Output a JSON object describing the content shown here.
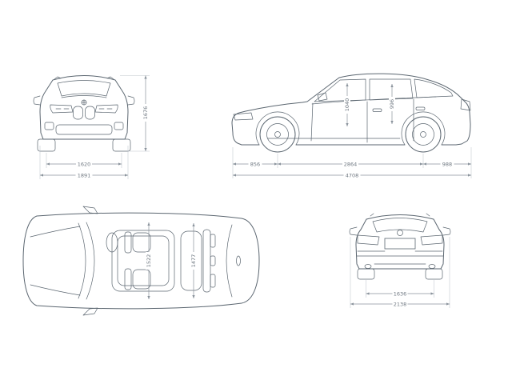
{
  "drawing": {
    "front": {
      "height": "1676",
      "track": "1620",
      "width": "1891"
    },
    "side": {
      "front_overhang": "856",
      "wheelbase": "2864",
      "rear_overhang": "988",
      "length": "4708",
      "headroom_front": "1040",
      "headroom_rear": "996"
    },
    "top": {
      "shoulder_front": "1522",
      "shoulder_rear": "1477"
    },
    "rear": {
      "track": "1636",
      "width_mirrors": "2138"
    }
  },
  "colors": {
    "line": "#5b6670",
    "dimension": "#8a939c",
    "label": "#6e7780",
    "background": "#ffffff"
  }
}
